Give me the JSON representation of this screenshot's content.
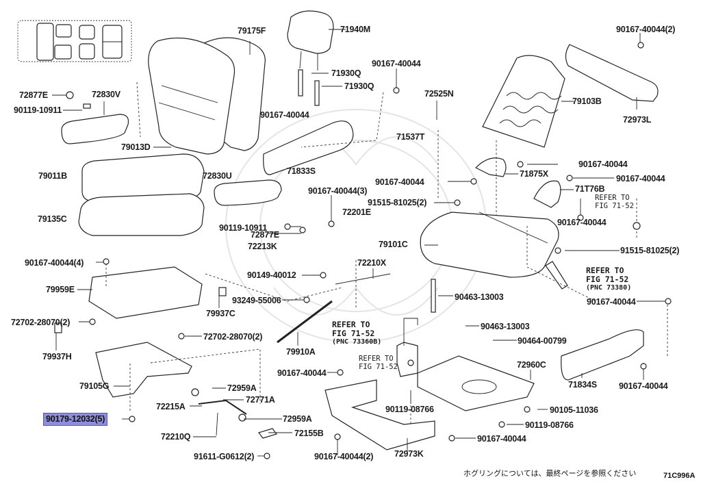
{
  "diagram": {
    "title_code": "71C996A",
    "footnote_jp": "ホグリングについては、最終ページを参照ください",
    "highlight_color": "#8f8fd9",
    "labels": {
      "p72877E_a": "72877E",
      "p72830V": "72830V",
      "p90119_10911_a": "90119-10911",
      "p79013D": "79013D",
      "p79175F": "79175F",
      "p71940M": "71940M",
      "p71930Q_a": "71930Q",
      "p71930Q_b": "71930Q",
      "p90167_40044_top": "90167-40044",
      "p72525N": "72525N",
      "p90167_40044_2_top": "90167-40044(2)",
      "p79103B": "79103B",
      "p72973L": "72973L",
      "p90167_40044_mid": "90167-40044",
      "p71833S": "71833S",
      "p71537T": "71537T",
      "p79011B": "79011B",
      "p72830U": "72830U",
      "p79135C": "79135C",
      "p90167_40044_c": "90167-40044",
      "p71875X": "71875X",
      "p90167_40044_d": "90167-40044",
      "p90167_40044_e": "90167-40044",
      "p71T76B": "71T76B",
      "p90167_40044_3": "90167-40044(3)",
      "p91515_81025_a": "91515-81025(2)",
      "p72201E": "72201E",
      "p90167_40044_f": "90167-40044",
      "p90119_10911_b": "90119-10911",
      "p72877E_b": "72877E",
      "p72213K": "72213K",
      "p79101C": "79101C",
      "p91515_81025_b": "91515-81025(2)",
      "p90167_40044_4": "90167-40044(4)",
      "p72210X": "72210X",
      "p90149_40012": "90149-40012",
      "p79959E": "79959E",
      "p93249_55006": "93249-55006",
      "p90463_13003_a": "90463-13003",
      "p79937C": "79937C",
      "p90167_40044_g": "90167-40044",
      "p72702_28070_a": "72702-28070(2)",
      "p90463_13003_b": "90463-13003",
      "p72702_28070_b": "72702-28070(2)",
      "p90464_00799": "90464-00799",
      "p79937H": "79937H",
      "p79910A": "79910A",
      "p72960C": "72960C",
      "p71834S": "71834S",
      "p90167_40044_h": "90167-40044",
      "p90167_40044_i": "90167-40044",
      "p79105G": "79105G",
      "p72959A_a": "72959A",
      "p72771A": "72771A",
      "p90119_08766_a": "90119-08766",
      "p72215A": "72215A",
      "p90105_11036": "90105-11036",
      "p90179_12032": "90179-12032(5)",
      "p72959A_b": "72959A",
      "p90119_08766_b": "90119-08766",
      "p72210Q": "72210Q",
      "p72155B": "72155B",
      "p90167_40044_j": "90167-40044",
      "p91611_G0612": "91611-G0612(2)",
      "p90167_40044_2_bot": "90167-40044(2)",
      "p72973K": "72973K"
    },
    "refs": {
      "ref_a_l1": "REFER TO",
      "ref_a_l2": "FIG 71-52",
      "ref_b_l1": "REFER TO",
      "ref_b_l2": "FIG 71-52",
      "ref_b_l3": "(PNC 73380)",
      "ref_c_l1": "REFER TO",
      "ref_c_l2": "FIG 71-52",
      "ref_c_l3": "(PNC 73360B)",
      "ref_d_l1": "REFER TO",
      "ref_d_l2": "FIG 71-52"
    }
  }
}
